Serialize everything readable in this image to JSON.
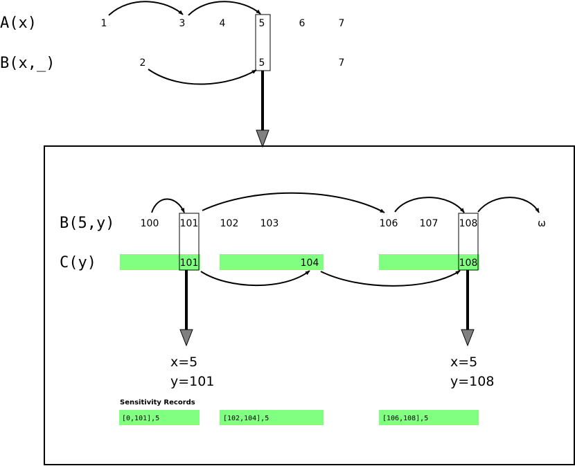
{
  "top": {
    "row_a": {
      "label": "A(x)",
      "values": [
        "1",
        "3",
        "4",
        "5",
        "6",
        "7"
      ]
    },
    "row_b": {
      "label": "B(x,_)",
      "values": [
        "2",
        "5",
        "7"
      ]
    }
  },
  "box": {
    "row_b": {
      "label": "B(5,y)",
      "values": [
        "100",
        "101",
        "102",
        "103",
        "106",
        "107",
        "108",
        "ω"
      ]
    },
    "row_c": {
      "label": "C(y)",
      "values": [
        "101",
        "104",
        "108"
      ]
    },
    "results": [
      {
        "x": "x=5",
        "y": "y=101"
      },
      {
        "x": "x=5",
        "y": "y=108"
      }
    ],
    "sensitivity": {
      "title": "Sensitivity Records",
      "records": [
        "[0,101],5",
        "[102,104],5",
        "[106,108],5"
      ]
    }
  },
  "colors": {
    "highlight": "#80ff80",
    "line": "#000000",
    "arrow_head": "#808080"
  }
}
